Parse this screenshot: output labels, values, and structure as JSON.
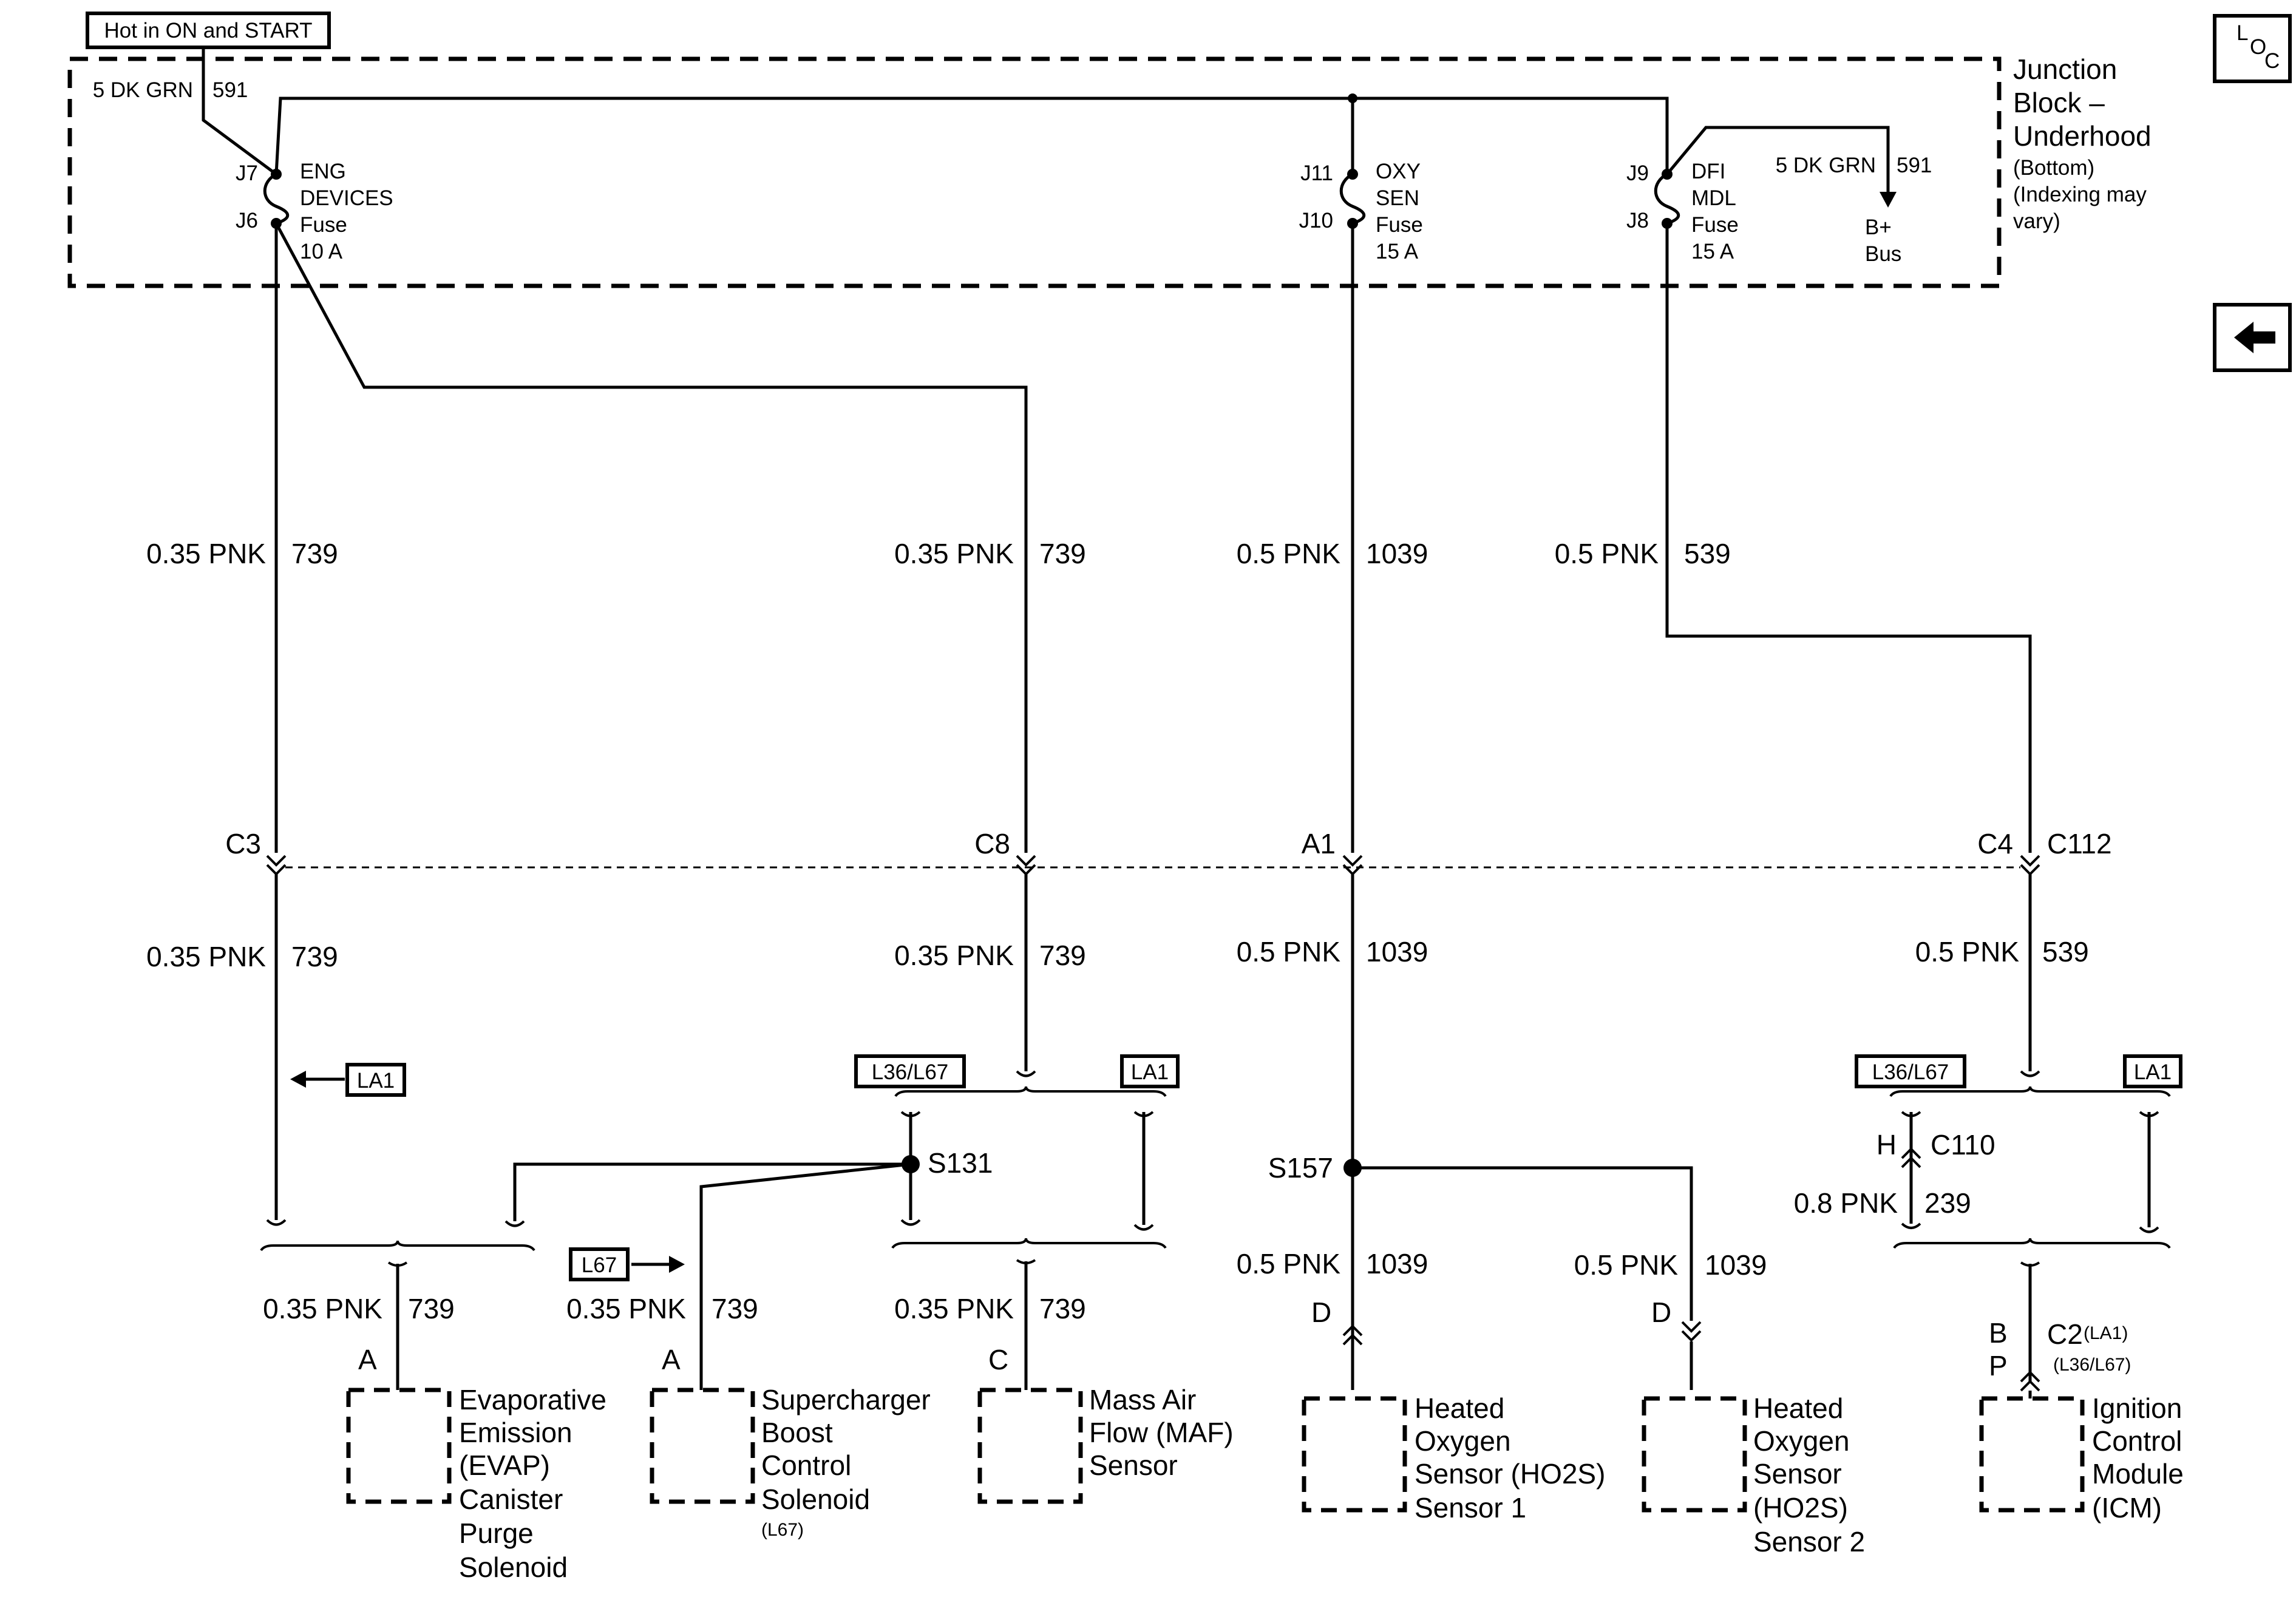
{
  "header": {
    "hot_label": "Hot in ON and START",
    "loc_button": {
      "letters": [
        "L",
        "O",
        "C"
      ],
      "icon": "loc-icon"
    },
    "back_button": {
      "icon": "left-arrow-icon"
    }
  },
  "junction_block": {
    "title_lines": [
      "Junction",
      "Block –",
      "Underhood"
    ],
    "note_lines": [
      "(Bottom)",
      "(Indexing may",
      "vary)"
    ],
    "feed_wire": {
      "gauge_color": "5 DK GRN",
      "circuit": "591"
    },
    "bplus_wire": {
      "gauge_color": "5 DK GRN",
      "circuit": "591"
    },
    "bplus_label_lines": [
      "B+",
      "Bus"
    ],
    "fuses": [
      {
        "top_pin": "J7",
        "bottom_pin": "J6",
        "name_lines": [
          "ENG",
          "DEVICES",
          "Fuse",
          "10 A"
        ]
      },
      {
        "top_pin": "J11",
        "bottom_pin": "J10",
        "name_lines": [
          "OXY",
          "SEN",
          "Fuse",
          "15 A"
        ]
      },
      {
        "top_pin": "J9",
        "bottom_pin": "J8",
        "name_lines": [
          "DFI",
          "MDL",
          "Fuse",
          "15 A"
        ]
      }
    ]
  },
  "upper_wires": [
    {
      "gauge_color": "0.35 PNK",
      "circuit": "739"
    },
    {
      "gauge_color": "0.35 PNK",
      "circuit": "739"
    },
    {
      "gauge_color": "0.5 PNK",
      "circuit": "1039"
    },
    {
      "gauge_color": "0.5 PNK",
      "circuit": "539"
    }
  ],
  "connector_row": {
    "pins": [
      "C3",
      "C8",
      "A1",
      "C4"
    ],
    "connector_name": "C112"
  },
  "lower_wires": [
    {
      "gauge_color": "0.35 PNK",
      "circuit": "739"
    },
    {
      "gauge_color": "0.35 PNK",
      "circuit": "739"
    },
    {
      "gauge_color": "0.5 PNK",
      "circuit": "1039"
    },
    {
      "gauge_color": "0.5 PNK",
      "circuit": "539"
    }
  ],
  "option_tags": {
    "la1_arrow": "LA1",
    "mid_left": "L36/L67",
    "mid_right": "LA1",
    "right_left": "L36/L67",
    "right_right": "LA1",
    "l67_arrow": "L67"
  },
  "splices": {
    "s131": "S131",
    "s157": "S157"
  },
  "c110": {
    "pin": "H",
    "name": "C110",
    "gauge_color": "0.8 PNK",
    "circuit": "239"
  },
  "component_wires": [
    {
      "gauge_color": "0.35 PNK",
      "circuit": "739"
    },
    {
      "gauge_color": "0.35 PNK",
      "circuit": "739"
    },
    {
      "gauge_color": "0.35 PNK",
      "circuit": "739"
    },
    {
      "gauge_color": "0.5 PNK",
      "circuit": "1039"
    },
    {
      "gauge_color": "0.5 PNK",
      "circuit": "1039"
    }
  ],
  "icm_connector": {
    "pin_la1": "B",
    "pin_l36": "P",
    "name": "C2",
    "variant_la1": "(LA1)",
    "variant_l36": "(L36/L67)"
  },
  "components": [
    {
      "pin": "A",
      "name_lines": [
        "Evaporative",
        "Emission",
        "(EVAP)",
        "Canister",
        "Purge",
        "Solenoid"
      ],
      "note": ""
    },
    {
      "pin": "A",
      "name_lines": [
        "Supercharger",
        "Boost",
        "Control",
        "Solenoid"
      ],
      "note": "(L67)"
    },
    {
      "pin": "C",
      "name_lines": [
        "Mass Air",
        "Flow (MAF)",
        "Sensor"
      ],
      "note": ""
    },
    {
      "pin": "D",
      "name_lines": [
        "Heated",
        "Oxygen",
        "Sensor (HO2S)",
        "Sensor 1"
      ],
      "note": ""
    },
    {
      "pin": "D",
      "name_lines": [
        "Heated",
        "Oxygen",
        "Sensor",
        "(HO2S)",
        "Sensor 2"
      ],
      "note": ""
    },
    {
      "pin": "",
      "name_lines": [
        "Ignition",
        "Control",
        "Module",
        "(ICM)"
      ],
      "note": ""
    }
  ]
}
